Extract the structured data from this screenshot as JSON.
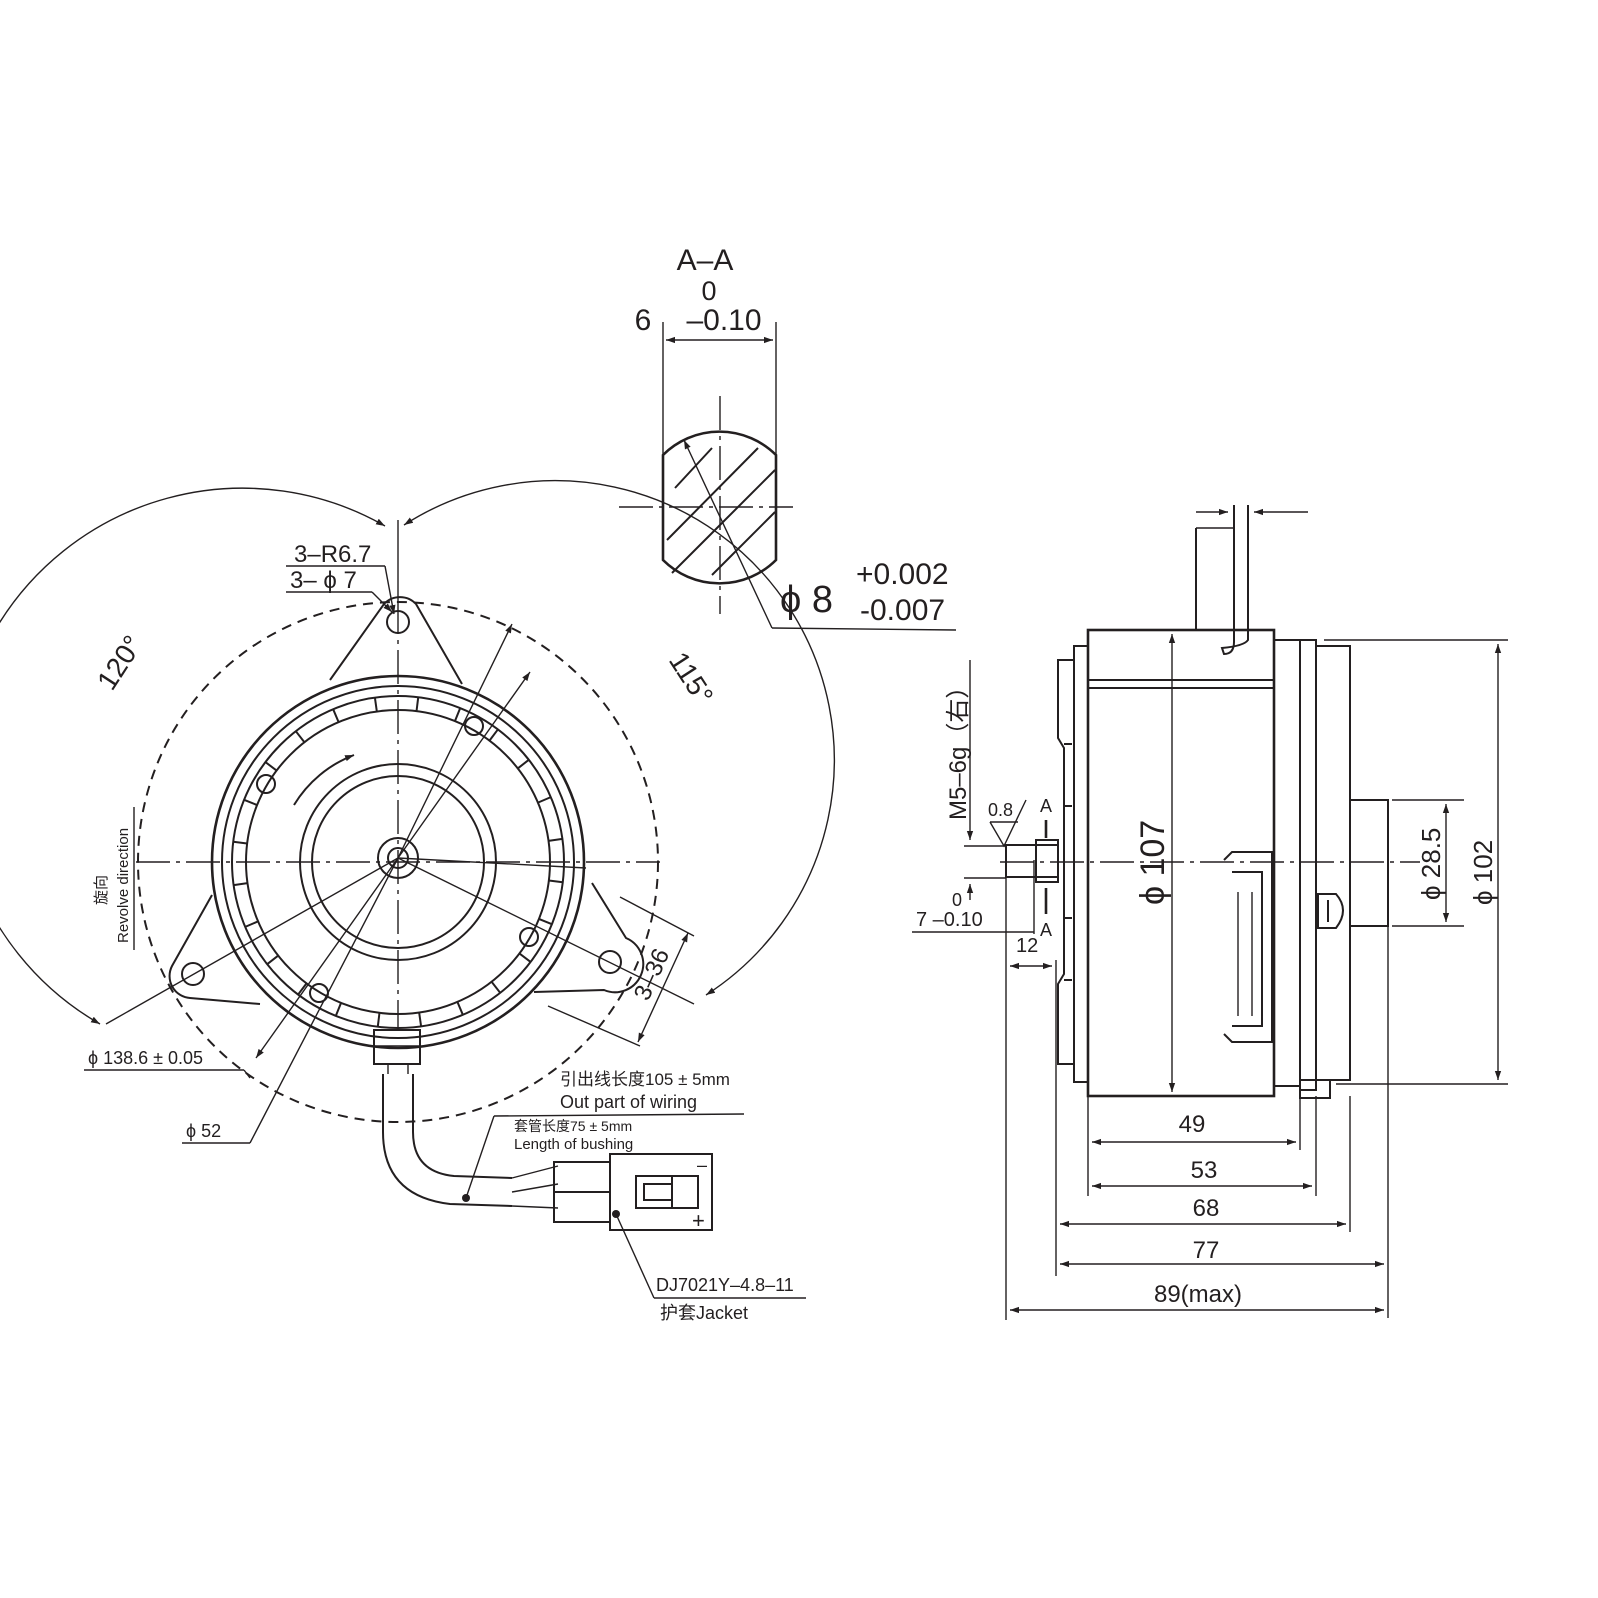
{
  "section": {
    "label": "A–A",
    "width_upper_tol": "0",
    "width_nominal": "6",
    "width_lower_tol": "–0.10",
    "shaft_dia": "ϕ 8",
    "shaft_dia_upper": "+0.002",
    "shaft_dia_lower": "-0.007"
  },
  "front": {
    "hole_radius": "3–R6.7",
    "hole_dia": "3– ϕ 7",
    "angle_left": "120°",
    "angle_right": "115°",
    "revolve_cn": "旋向",
    "revolve_en": "Revolve direction",
    "mount_dia": "ϕ 138.6 ± 0.05",
    "inner_dia": "ϕ 52",
    "lug_width": "3–36",
    "wire_cn": "引出线长度105 ± 5mm",
    "wire_en": "Out part of wiring",
    "bushing_cn": "套管长度75 ± 5mm",
    "bushing_en": "Length of bushing",
    "connector_model": "DJ7021Y–4.8–11",
    "jacket": "护套Jacket",
    "minus_sign": "–",
    "plus_sign": "+"
  },
  "side": {
    "thread": "M5–6g（右）",
    "roughness": "0.8",
    "section_a_top": "A",
    "section_a_bottom": "A",
    "shaft_upper_tol": "0",
    "shaft_len": "7 –0.10",
    "shaft_ext": "12",
    "body_dia": "ϕ 107",
    "boss_dia": "ϕ 28.5",
    "flange_dia": "ϕ 102",
    "len_49": "49",
    "len_53": "53",
    "len_68": "68",
    "len_77": "77",
    "len_89": "89(max)"
  }
}
